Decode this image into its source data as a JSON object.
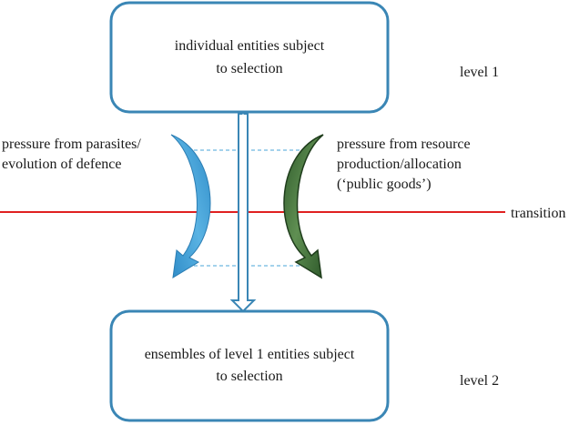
{
  "boxes": {
    "top": {
      "line1": "individual entities subject",
      "line2": "to selection"
    },
    "bottom": {
      "line1": "ensembles of level 1 entities subject",
      "line2": "to selection"
    }
  },
  "levels": {
    "level1": "level 1",
    "level2": "level 2"
  },
  "left_label": {
    "line1": "pressure from parasites/",
    "line2": "evolution of defence"
  },
  "right_label": {
    "line1": "pressure from resource",
    "line2": "production/allocation",
    "line3": "(‘public goods’)"
  },
  "transition_label": "transition",
  "colors": {
    "box_border": "#3a86b5",
    "transition_line": "#e02020",
    "left_arrow": "#3d9fd6",
    "right_arrow": "#3f6a3a",
    "dashed": "#4aa6d8"
  }
}
